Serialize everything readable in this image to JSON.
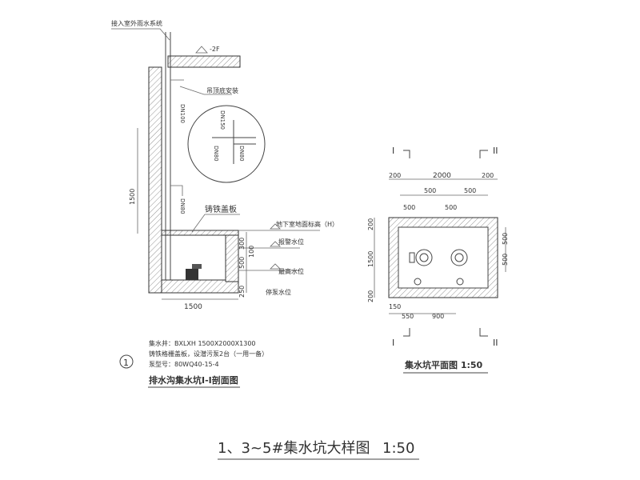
{
  "section": {
    "connect_label": "接入室外雨水系统",
    "floor_level": "-2F",
    "pipe_install": "吊顶底安装",
    "pipe_dn100": "DN100",
    "pipe_dn150": "DN150",
    "pipe_dn80a": "DN80",
    "pipe_dn80b": "DN80",
    "pipe_dn80c": "DN80",
    "cover_label": "铸铁盖板",
    "ground_level": "地下室地面标高（H）",
    "alarm_level": "报警水位",
    "high_level": "最高水位",
    "stop_level": "停泵水位",
    "dim_1500_v": "1500",
    "dim_300": "300",
    "dim_500": "500",
    "dim_100": "100",
    "dim_250": "250",
    "dim_1500_h": "1500",
    "spec_line1": "集水井：BXLXH 1500X2000X1300",
    "spec_line2": "铸铁格栅盖板，设潜污泵2台（一用一备）",
    "spec_line3": "泵型号：80WQ40-15-4",
    "circle_number": "1",
    "caption": "排水沟集水坑I-I剖面图"
  },
  "plan": {
    "mark_I_top": "I",
    "mark_II_top": "II",
    "mark_I_bottom": "I",
    "mark_II_bottom": "II",
    "dim_200_left": "200",
    "dim_2000": "2000",
    "dim_200_right": "200",
    "dim_500_a": "500",
    "dim_500_b": "500",
    "dim_500_c": "500",
    "dim_500_d": "500",
    "dim_200_top": "200",
    "dim_1500": "1500",
    "dim_200_bottom": "200",
    "dim_500_r1": "500",
    "dim_500_r2": "500",
    "dim_150": "150",
    "dim_550": "550",
    "dim_900": "900",
    "caption": "集水坑平面图  1:50"
  },
  "main_title": "1、3~5#集水坑大样图",
  "main_scale": "1:50"
}
